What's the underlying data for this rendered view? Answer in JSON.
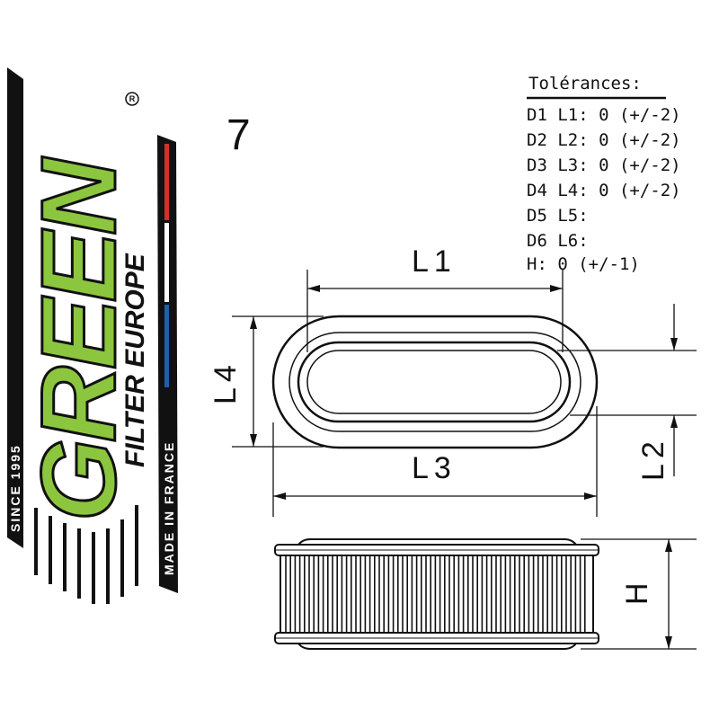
{
  "figure_number": "7",
  "brand": {
    "name": "GREEN",
    "subtitle": "FILTER EUROPE",
    "since": "SINCE 1995",
    "origin": "MADE IN FRANCE",
    "registered": "R",
    "green": "#8cc63f",
    "black": "#111111",
    "flag": [
      "#1f5fad",
      "#ffffff",
      "#d32f2f"
    ]
  },
  "tolerances": {
    "title": "Tolérances:",
    "rows": [
      "D1 L1: 0 (+/-2)",
      "D2 L2: 0 (+/-2)",
      "D3 L3: 0 (+/-2)",
      "D4 L4: 0 (+/-2)",
      "D5 L5:",
      "D6 L6:",
      "H: 0 (+/-1)"
    ]
  },
  "dimensions": {
    "l1": "L1",
    "l2": "L2",
    "l3": "L3",
    "l4": "L4",
    "h": "H"
  }
}
